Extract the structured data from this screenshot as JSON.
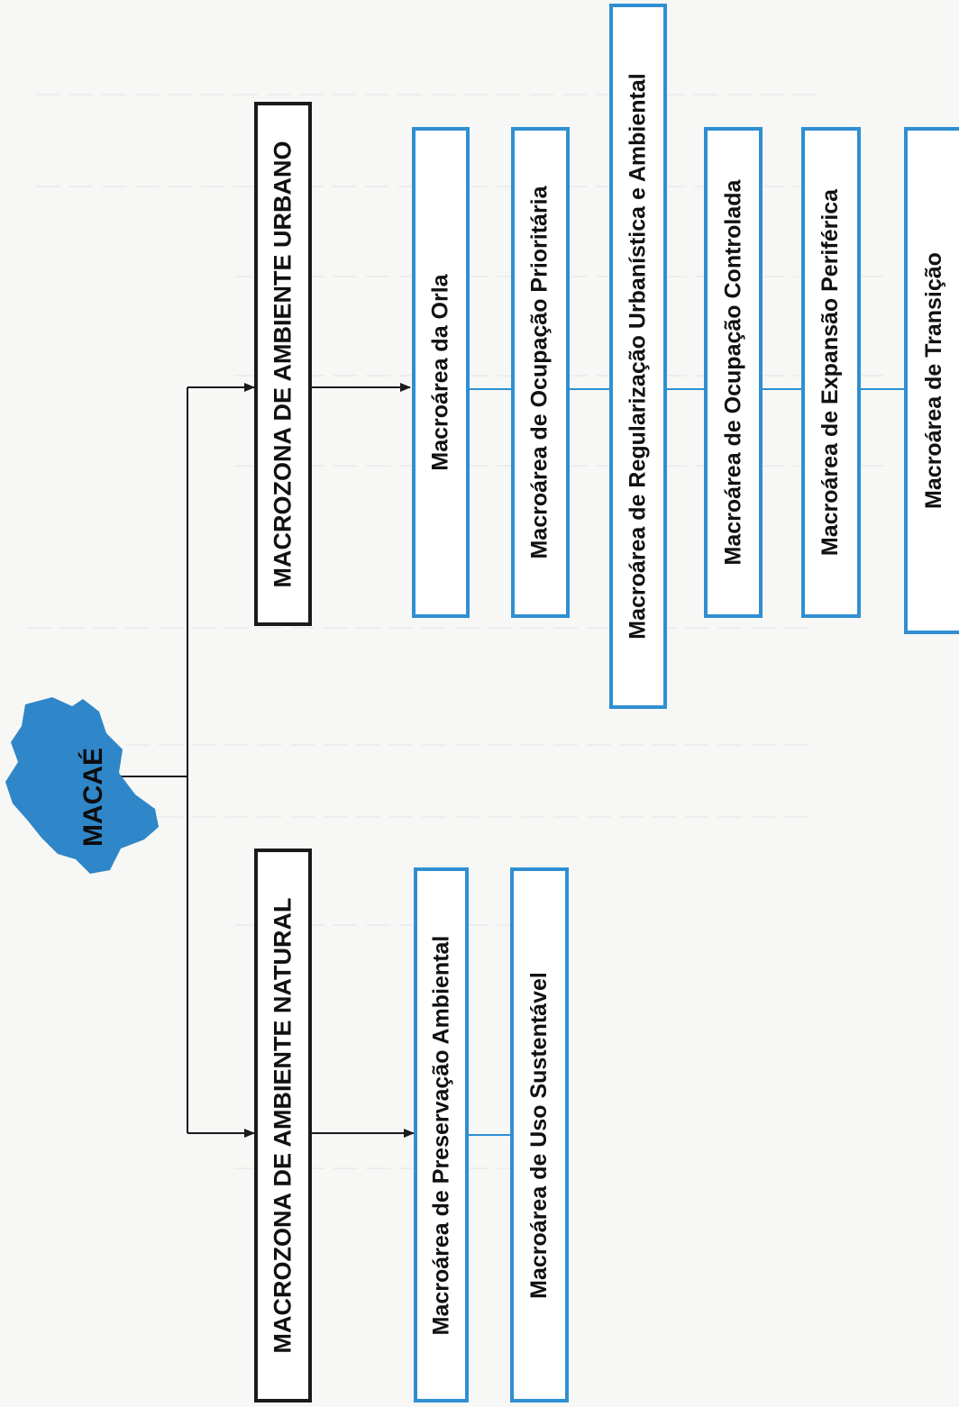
{
  "root": {
    "label": "MACAÉ"
  },
  "macrozones": [
    {
      "label": "MACROZONA DE AMBIENTE URBANO",
      "areas": [
        "Macroárea da Orla",
        "Macroárea de Ocupação Prioritária",
        "Macroárea de Regularização Urbanística e Ambiental",
        "Macroárea de Ocupação Controlada",
        "Macroárea de Expansão Periférica",
        "Macroárea de Transição"
      ]
    },
    {
      "label": "MACROZONA DE AMBIENTE NATURAL",
      "areas": [
        "Macroárea de Preservação Ambiental",
        "Macroárea de Uso Sustentável"
      ]
    }
  ],
  "colors": {
    "map_fill": "#2f86c8",
    "area_border": "#2f8fd2",
    "zone_border": "#1a1a1a",
    "connector": "#1a1a1a"
  }
}
